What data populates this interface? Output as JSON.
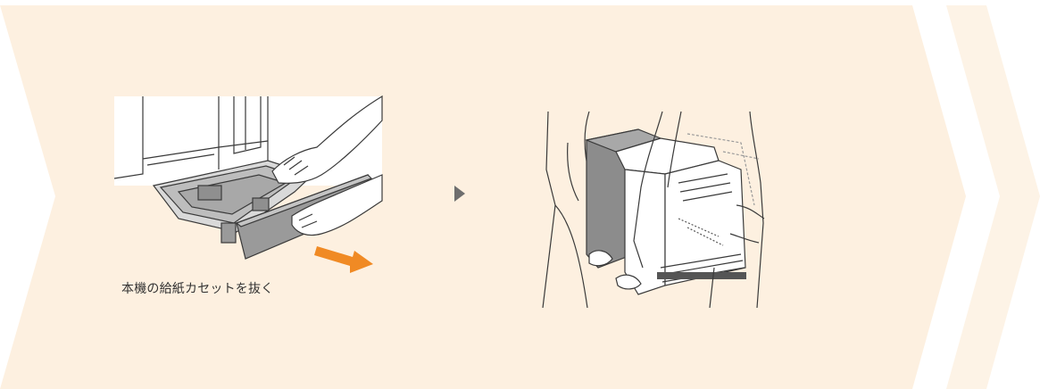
{
  "colors": {
    "band": "#fdf0e0",
    "chevron_light": "#fdf3e6",
    "arrow_gray": "#6e6e6e",
    "pull_arrow": "#f08a24",
    "line": "#3a3a3a",
    "tray_gray": "#9a9a9a",
    "printer_gray": "#8c8c8c"
  },
  "steps": [
    {
      "illustration": "pull-out-paper-cassette",
      "caption": "本機の給紙カセットを抜く"
    },
    {
      "illustration": "two-people-lifting-printer",
      "caption": ""
    }
  ],
  "icons": {
    "step_separator": "right-triangle-arrow",
    "pull_direction": "orange-pull-arrow"
  }
}
